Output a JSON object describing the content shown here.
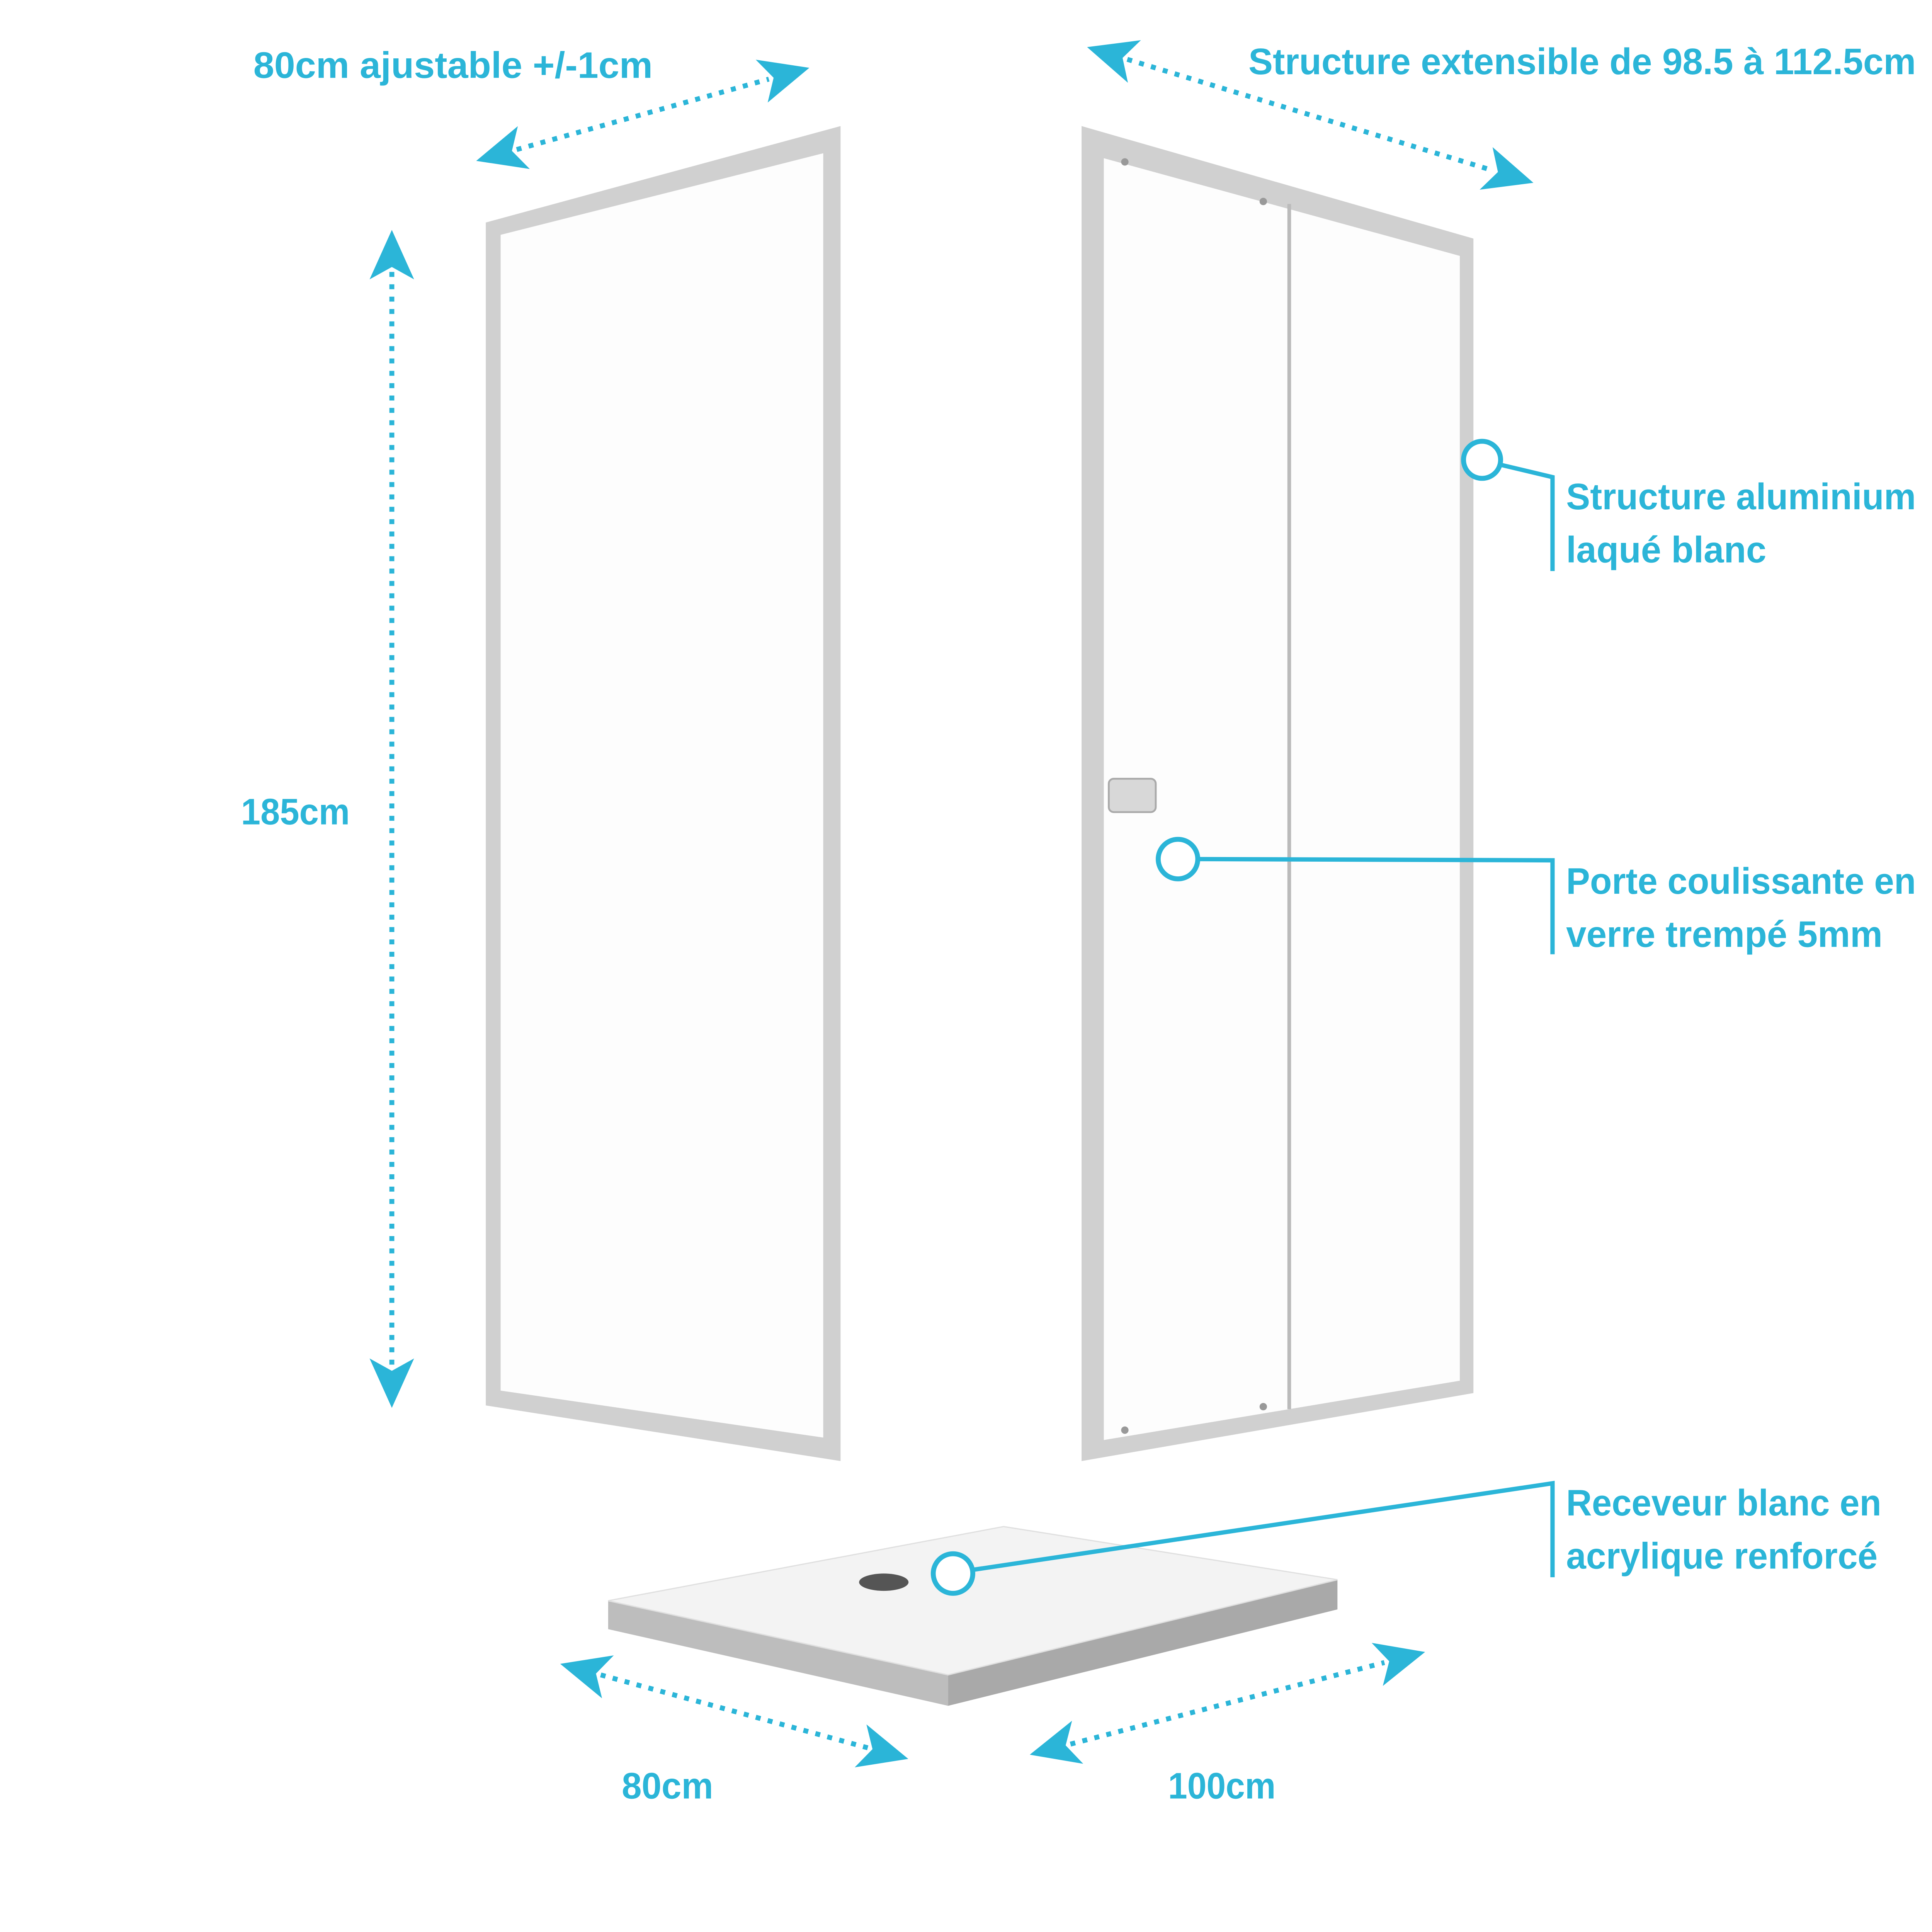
{
  "colors": {
    "accent": "#2bb5d8",
    "frame": "#c8c8c8",
    "tray_side": "#a9a9a9"
  },
  "dimensions": {
    "side_panel_width": "80cm ajustable +/-1cm",
    "front_width": "Structure extensible de 98.5 à 112.5cm",
    "height": "185cm",
    "tray_depth": "80cm",
    "tray_width": "100cm"
  },
  "callouts": [
    {
      "line1": "Structure aluminium",
      "line2": "laqué blanc"
    },
    {
      "line1": "Porte coulissante en",
      "line2": "verre trempé 5mm"
    },
    {
      "line1": "Receveur blanc en",
      "line2": "acrylique renforcé"
    }
  ]
}
